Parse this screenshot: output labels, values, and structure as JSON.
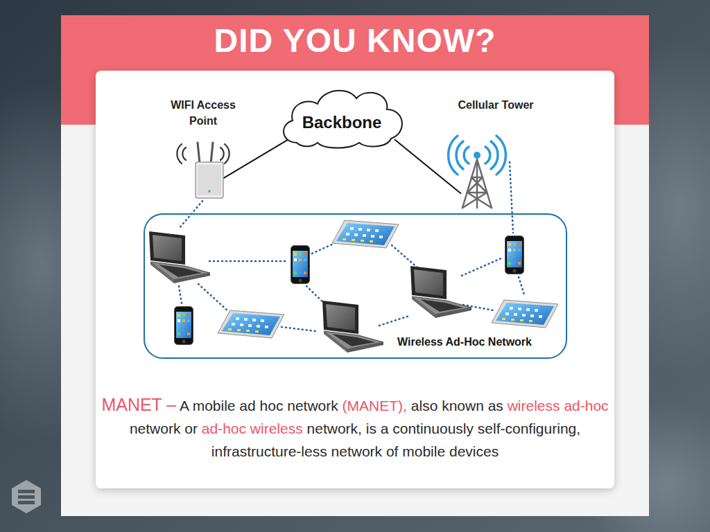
{
  "diagram": {
    "title": "DID YOU KNOW?",
    "nodes": [
      {
        "text": [
          "Backbone"
        ]
      },
      {
        "text": [
          "WIFI Access Point"
        ]
      },
      {
        "text": [
          "Cellular Tower"
        ]
      },
      {
        "text": [
          "Wireless Ad-Hoc Network"
        ]
      }
    ],
    "edges": [
      {
        "from": 1,
        "to": 0,
        "arrow": "none"
      },
      {
        "from": 0,
        "to": 2,
        "arrow": "none"
      }
    ],
    "labels": [
      "MANET –",
      "A mobile ad hoc network",
      "(MANET),",
      "also known as",
      "wireless ad-hoc",
      "network or",
      "ad-hoc wireless",
      "network, is a continuously self-configuring, infrastructure-less network of mobile devices"
    ]
  }
}
